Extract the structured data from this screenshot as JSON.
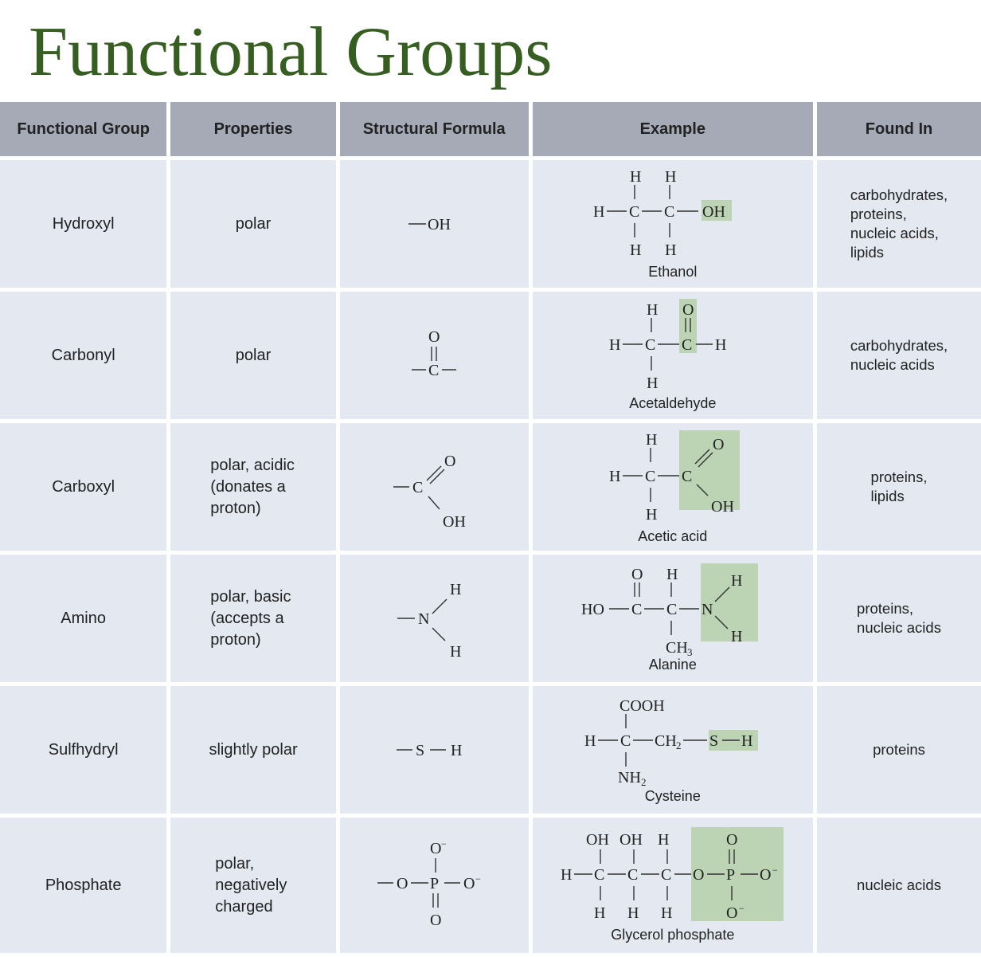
{
  "title": "Functional Groups",
  "headers": [
    "Functional Group",
    "Properties",
    "Structural Formula",
    "Example",
    "Found In"
  ],
  "rows": [
    {
      "group": "Hydroxyl",
      "properties": "polar",
      "example": "Ethanol",
      "found_in": [
        "carbohydrates,",
        "proteins,",
        "nucleic acids,",
        "lipids"
      ]
    },
    {
      "group": "Carbonyl",
      "properties": "polar",
      "example": "Acetaldehyde",
      "found_in": [
        "carbohydrates,",
        "nucleic acids"
      ]
    },
    {
      "group": "Carboxyl",
      "properties": [
        "polar, acidic",
        "(donates a",
        "proton)"
      ],
      "example": "Acetic acid",
      "found_in": [
        "proteins,",
        "lipids"
      ]
    },
    {
      "group": "Amino",
      "properties": [
        "polar, basic",
        "(accepts a",
        "proton)"
      ],
      "example": "Alanine",
      "found_in": [
        "proteins,",
        "nucleic acids"
      ]
    },
    {
      "group": "Sulfhydryl",
      "properties": "slightly polar",
      "example": "Cysteine",
      "found_in": [
        "proteins"
      ]
    },
    {
      "group": "Phosphate",
      "properties": [
        "polar,",
        "negatively",
        "charged"
      ],
      "example": "Glycerol phosphate",
      "found_in": [
        "nucleic acids"
      ]
    }
  ],
  "colors": {
    "title": "#355e20",
    "header_bg": "#a6aab6",
    "cell_bg": "#e4e8f1",
    "highlight": "#bcd4b4"
  }
}
